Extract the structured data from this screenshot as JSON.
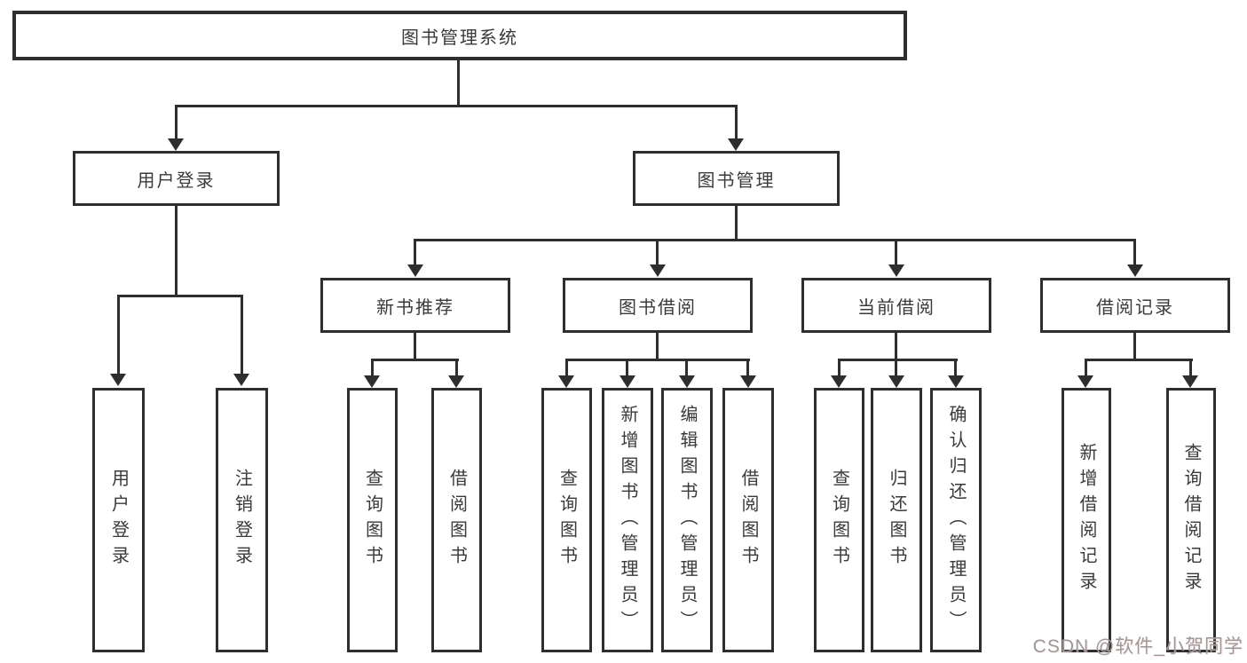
{
  "diagram": {
    "title": "图书管理系统",
    "level2": {
      "user_login": "用户登录",
      "book_management": "图书管理"
    },
    "level3": {
      "new_books": "新书推荐",
      "book_borrow": "图书借阅",
      "current_borrow": "当前借阅",
      "borrow_records": "借阅记录"
    },
    "leaves": {
      "user_login_children": [
        "用户登录",
        "注销登录"
      ],
      "new_books_children": [
        "查询图书",
        "借阅图书"
      ],
      "book_borrow_children": [
        "查询图书",
        "新增图书（管理员）",
        "编辑图书（管理员）",
        "借阅图书"
      ],
      "current_borrow_children": [
        "查询图书",
        "归还图书",
        "确认归还（管理员）"
      ],
      "borrow_records_children": [
        "新增借阅记录",
        "查询借阅记录"
      ]
    }
  },
  "watermark": {
    "text": "CSDN @软件_小贺同学"
  },
  "colors": {
    "line": "#2e2e2e",
    "text": "#3a3a3a",
    "watermark": "#9a9a9a",
    "background": "#ffffff"
  }
}
